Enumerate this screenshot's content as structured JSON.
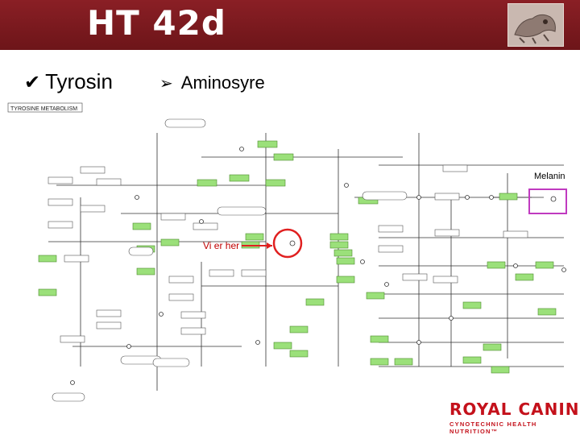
{
  "header": {
    "title": "HT 42d"
  },
  "bullets": {
    "primary": "Tyrosin",
    "secondary": "Aminosyre"
  },
  "diagram": {
    "title": "TYROSINE METABOLISM",
    "callout_label": "Vi er her",
    "target_label": "Melanin"
  },
  "brand": {
    "name": "ROYAL CANIN",
    "tagline": "CYNOTECHNIC HEALTH NUTRITION™"
  },
  "colors": {
    "header_bg": "#7a1a1f",
    "enzyme_green": "#9be07a",
    "callout": "#e02020",
    "target_box": "#c03ac0",
    "brand_red": "#c4111b"
  }
}
